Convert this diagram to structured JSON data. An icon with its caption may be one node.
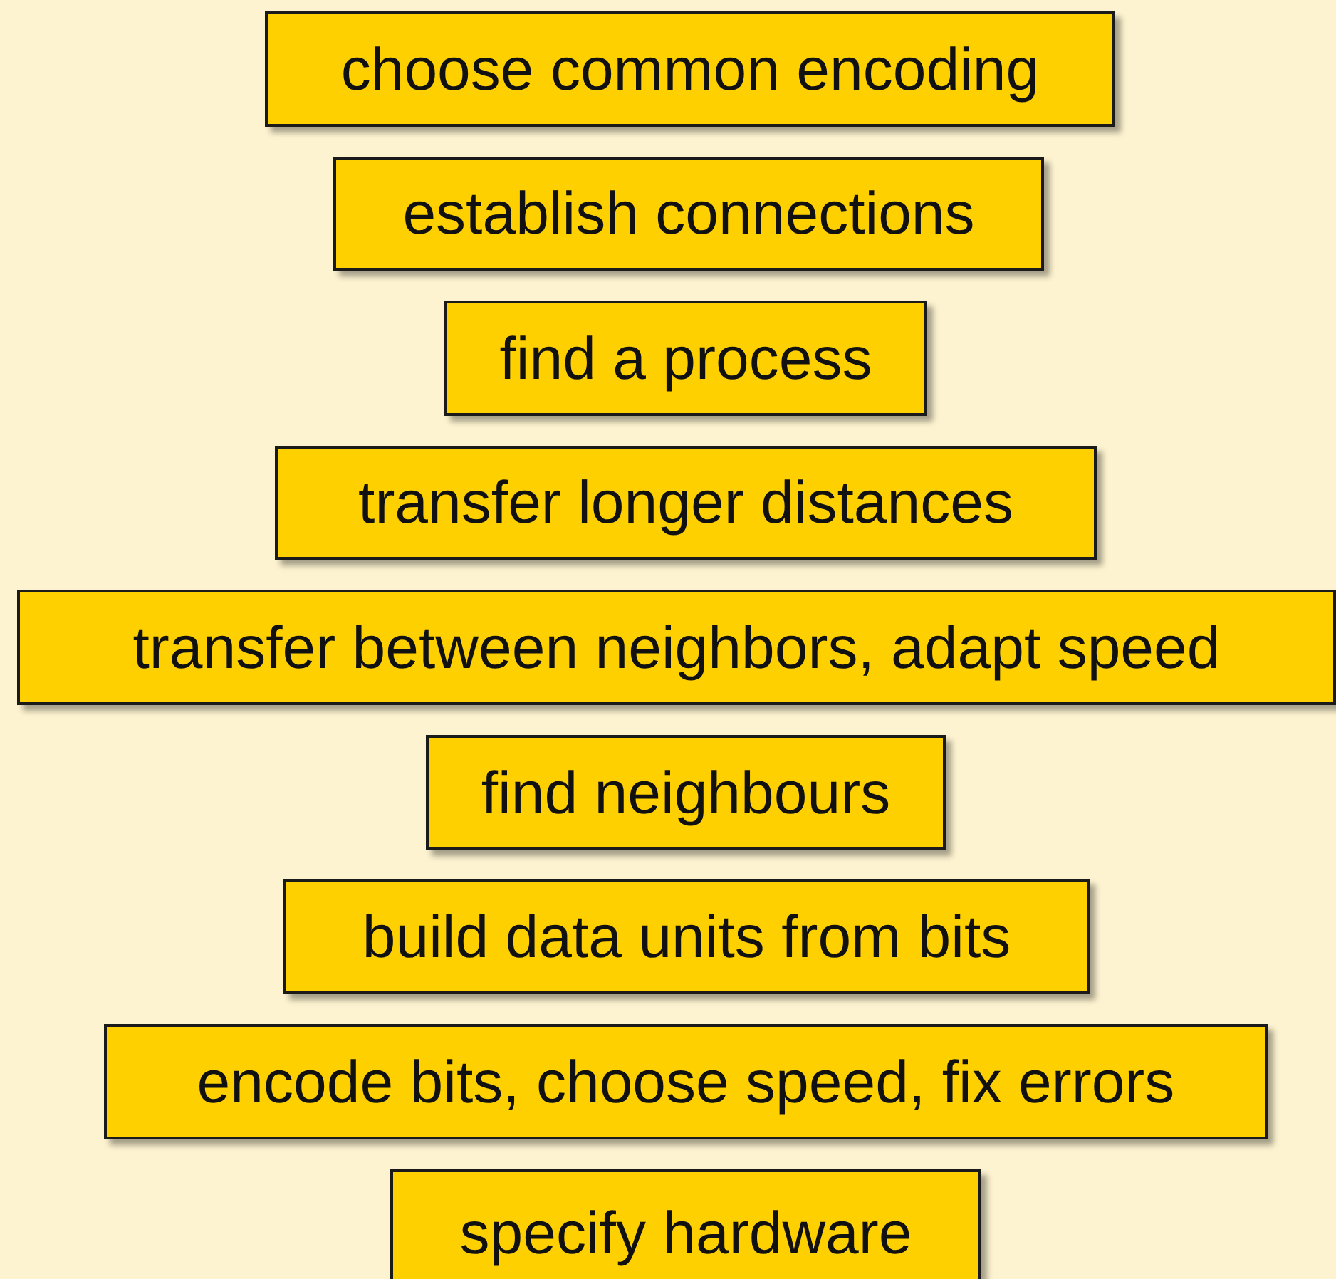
{
  "diagram": {
    "nodes": [
      {
        "text": [
          "choose common encoding"
        ]
      },
      {
        "text": [
          "establish connections"
        ]
      },
      {
        "text": [
          "find a process"
        ]
      },
      {
        "text": [
          "transfer longer distances"
        ]
      },
      {
        "text": [
          "transfer between neighbors, adapt speed"
        ]
      },
      {
        "text": [
          "find neighbours"
        ]
      },
      {
        "text": [
          "build data units from bits"
        ]
      },
      {
        "text": [
          "encode bits, choose speed, fix errors"
        ]
      },
      {
        "text": [
          "specify hardware"
        ]
      }
    ]
  }
}
